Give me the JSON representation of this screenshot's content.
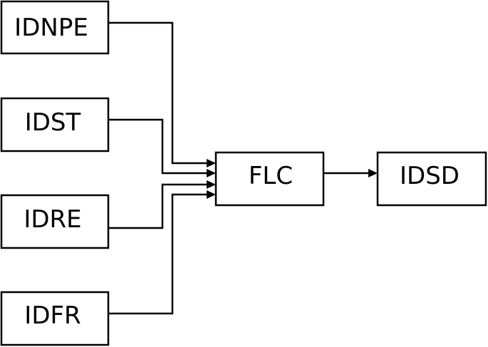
{
  "nodes": {
    "idnpe": {
      "label": "IDNPE"
    },
    "idst": {
      "label": "IDST"
    },
    "idre": {
      "label": "IDRE"
    },
    "idfr": {
      "label": "IDFR"
    },
    "flc": {
      "label": "FLC"
    },
    "idsd": {
      "label": "IDSD"
    }
  },
  "edges": [
    {
      "from": "IDNPE",
      "to": "FLC"
    },
    {
      "from": "IDST",
      "to": "FLC"
    },
    {
      "from": "IDRE",
      "to": "FLC"
    },
    {
      "from": "IDFR",
      "to": "FLC"
    },
    {
      "from": "FLC",
      "to": "IDSD"
    }
  ],
  "colors": {
    "stroke": "#000000",
    "background": "#ffffff"
  }
}
